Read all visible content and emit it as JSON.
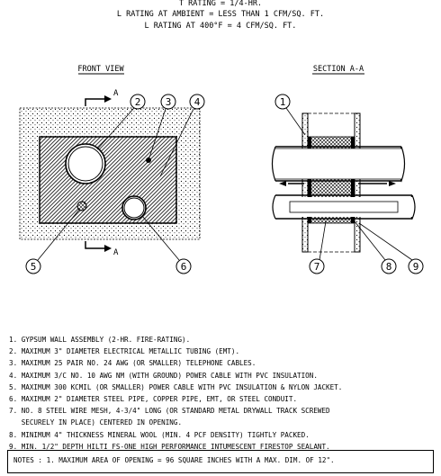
{
  "header": {
    "line1": "T RATING = 1/4-HR.",
    "line2": "L RATING AT AMBIENT = LESS THAN 1 CFM/SQ. FT.",
    "line3": "L RATING AT 400°F = 4 CFM/SQ. FT."
  },
  "views": {
    "front": "FRONT VIEW",
    "section": "SECTION A-A",
    "cut_label": "A"
  },
  "callouts": [
    "1",
    "2",
    "3",
    "4",
    "5",
    "6",
    "7",
    "8",
    "9"
  ],
  "legend": [
    "1. GYPSUM WALL ASSEMBLY (2-HR. FIRE-RATING).",
    "2. MAXIMUM 3\" DIAMETER ELECTRICAL METALLIC TUBING (EMT).",
    "3. MAXIMUM 25 PAIR NO. 24 AWG (OR SMALLER) TELEPHONE CABLES.",
    "4. MAXIMUM 3/C NO. 10 AWG NM (WITH GROUND) POWER CABLE WITH PVC INSULATION.",
    "5. MAXIMUM 300 KCMIL (OR SMALLER) POWER CABLE WITH PVC INSULATION & NYLON JACKET.",
    "6. MAXIMUM 2\" DIAMETER STEEL PIPE, COPPER PIPE, EMT, OR STEEL CONDUIT.",
    "7. NO. 8 STEEL WIRE MESH, 4-3/4\" LONG (OR STANDARD METAL DRYWALL TRACK SCREWED",
    "   SECURELY IN PLACE) CENTERED IN OPENING.",
    "8. MINIMUM 4\" THICKNESS MINERAL WOOL (MIN. 4 PCF DENSITY) TIGHTLY PACKED.",
    "9. MIN. 1/2\" DEPTH HILTI FS-ONE HIGH PERFORMANCE INTUMESCENT FIRESTOP SEALANT."
  ],
  "notes": "NOTES : 1. MAXIMUM AREA OF OPENING = 96 SQUARE INCHES WITH A MAX. DIM. OF 12\"."
}
